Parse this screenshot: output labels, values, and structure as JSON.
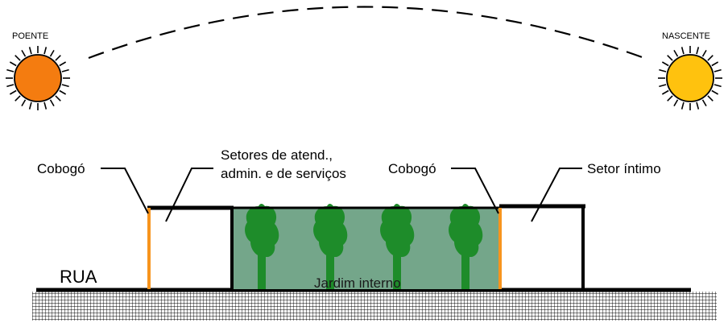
{
  "sun_path": {
    "west_label": "POENTE",
    "east_label": "NASCENTE",
    "west_sun_color": "#F47C10",
    "east_sun_color": "#FFC20E"
  },
  "labels": {
    "cobogo_left": "Cobogó",
    "setores_line1": "Setores de atend.,",
    "setores_line2": "admin. e de serviços",
    "cobogo_right": "Cobogó",
    "setor_intimo": "Setor íntimo",
    "rua": "RUA",
    "jardim": "Jardim interno"
  },
  "colors": {
    "cobogo": "#F7941D",
    "garden_fill": "#74A68A",
    "tree": "#1E8C2A",
    "ground_grid": "#000000"
  },
  "icons": {
    "sun_west": "sun-icon",
    "sun_east": "sun-icon",
    "tree": "tree-icon"
  }
}
